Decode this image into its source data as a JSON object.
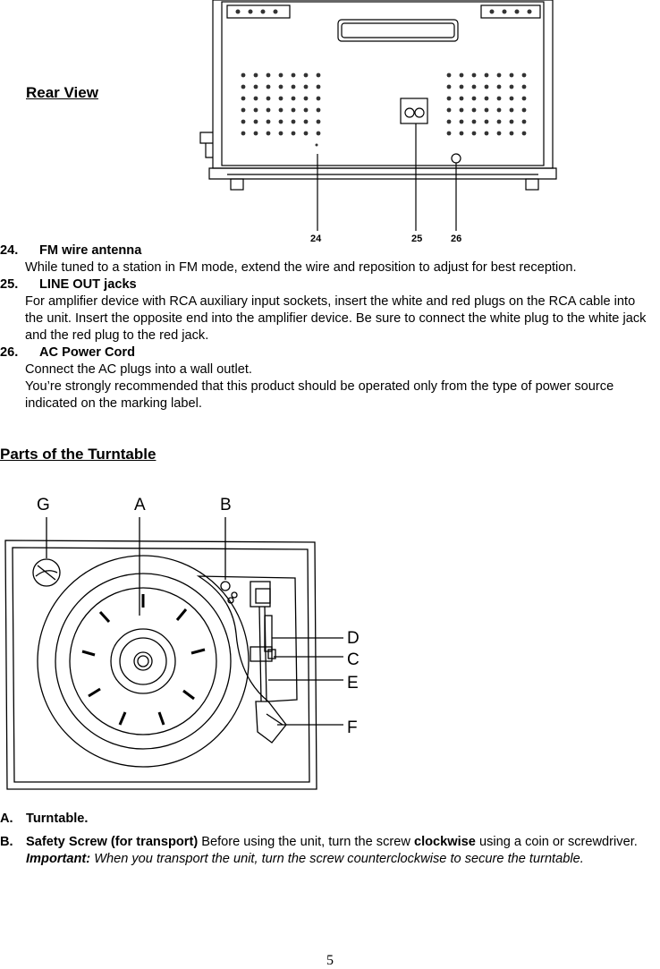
{
  "rear": {
    "title": "Rear View",
    "callouts": [
      "24",
      "25",
      "26"
    ]
  },
  "items": [
    {
      "num": "24.",
      "title": "FM wire antenna",
      "lines": [
        "While tuned to a station in FM mode, extend the wire and reposition to adjust for best reception."
      ]
    },
    {
      "num": "25.",
      "title": "LINE OUT jacks",
      "lines": [
        "For amplifier device with RCA auxiliary input sockets, insert the white and red plugs on the RCA cable into the unit. Insert the opposite end into the amplifier device. Be sure to connect the white plug to the white jack and the red plug to the red jack."
      ]
    },
    {
      "num": "26.",
      "title": "AC Power Cord",
      "lines": [
        "Connect the AC plugs into a wall outlet.",
        "You’re strongly recommended that this product should be operated only from the type of power source indicated on the marking label."
      ]
    }
  ],
  "parts": {
    "title": "Parts of the Turntable",
    "callouts": [
      "G",
      "A",
      "B",
      "D",
      "C",
      "E",
      "F"
    ]
  },
  "list": {
    "a_label": "A.",
    "a_text": "Turntable.",
    "b_label": "B.",
    "b_bold": "Safety Screw (for transport)",
    "b_text1": " Before using the unit, turn the screw ",
    "b_bold2": "clockwise",
    "b_text2": " using a coin or screwdriver.",
    "b_important_label": "Important:",
    "b_important_text": " When you transport the unit, turn the screw counterclockwise to secure the turntable."
  },
  "page_number": "5"
}
